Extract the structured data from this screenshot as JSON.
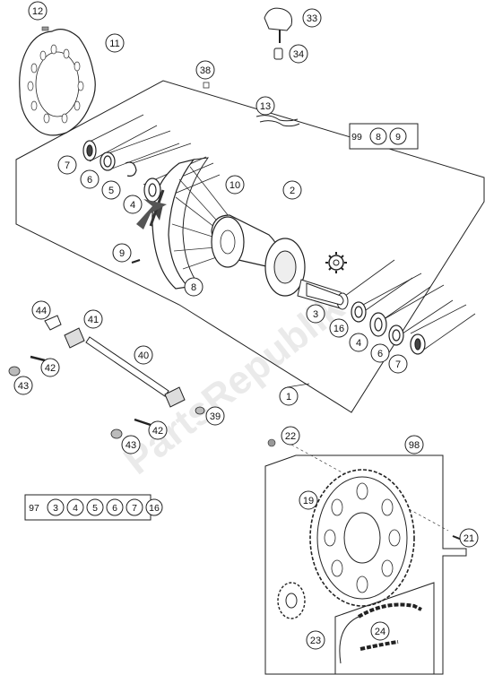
{
  "watermark": "PartsRepublik",
  "callouts": {
    "c1": "1",
    "c2": "2",
    "c3": "3",
    "c4a": "4",
    "c4b": "4",
    "c5": "5",
    "c6a": "6",
    "c6b": "6",
    "c7a": "7",
    "c7b": "7",
    "c8": "8",
    "c9": "9",
    "c10": "10",
    "c11": "11",
    "c12": "12",
    "c13": "13",
    "c16": "16",
    "c19": "19",
    "c21": "21",
    "c22": "22",
    "c23": "23",
    "c24": "24",
    "c33": "33",
    "c34": "34",
    "c38": "38",
    "c39": "39",
    "c40": "40",
    "c41": "41",
    "c42a": "42",
    "c42b": "42",
    "c43a": "43",
    "c43b": "43",
    "c44": "44",
    "c98": "98"
  },
  "kit99": {
    "label": "99",
    "items": [
      "8",
      "9"
    ]
  },
  "kit97": {
    "label": "97",
    "items": [
      "3",
      "4",
      "5",
      "6",
      "7",
      "16"
    ]
  }
}
